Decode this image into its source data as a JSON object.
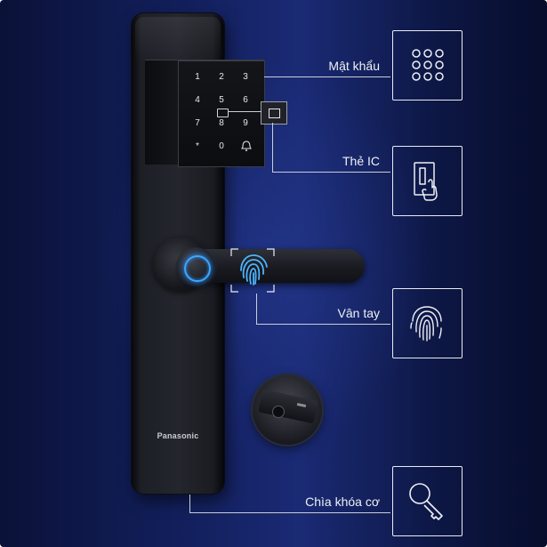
{
  "brand": "Panasonic",
  "keypad": {
    "keys": [
      "1",
      "2",
      "3",
      "4",
      "5",
      "6",
      "7",
      "8",
      "9",
      "*",
      "0",
      ""
    ]
  },
  "features": [
    {
      "label": "Mật khẩu",
      "icon": "keypad-grid-icon"
    },
    {
      "label": "Thẻ IC",
      "icon": "card-tap-icon"
    },
    {
      "label": "Vân tay",
      "icon": "fingerprint-icon"
    },
    {
      "label": "Chìa khóa cơ",
      "icon": "key-icon"
    }
  ],
  "colors": {
    "background_dark": "#0a1238",
    "background_mid": "#1a2a74",
    "line": "#c9ced8",
    "led_blue": "#3aa8ff"
  }
}
